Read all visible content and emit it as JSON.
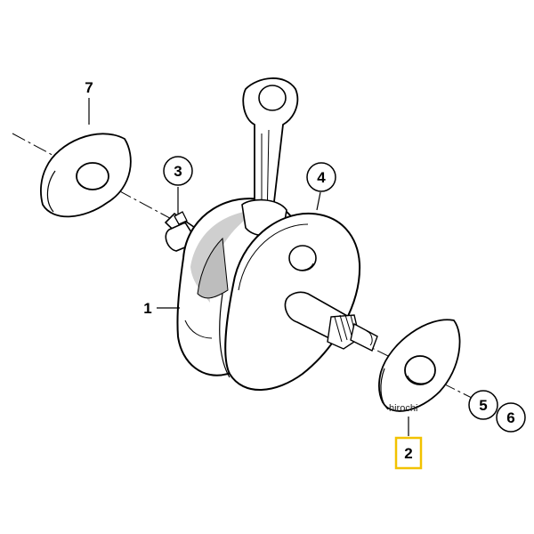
{
  "callouts": {
    "c1": "1",
    "c2": "2",
    "c3": "3",
    "c4": "4",
    "c5": "5",
    "c6": "6",
    "c7": "7"
  },
  "watermark": "hirochi",
  "colors": {
    "line": "#000000",
    "part_fill": "#ffffff",
    "shade": "#bfbfbf",
    "highlight": "#f2c200"
  }
}
